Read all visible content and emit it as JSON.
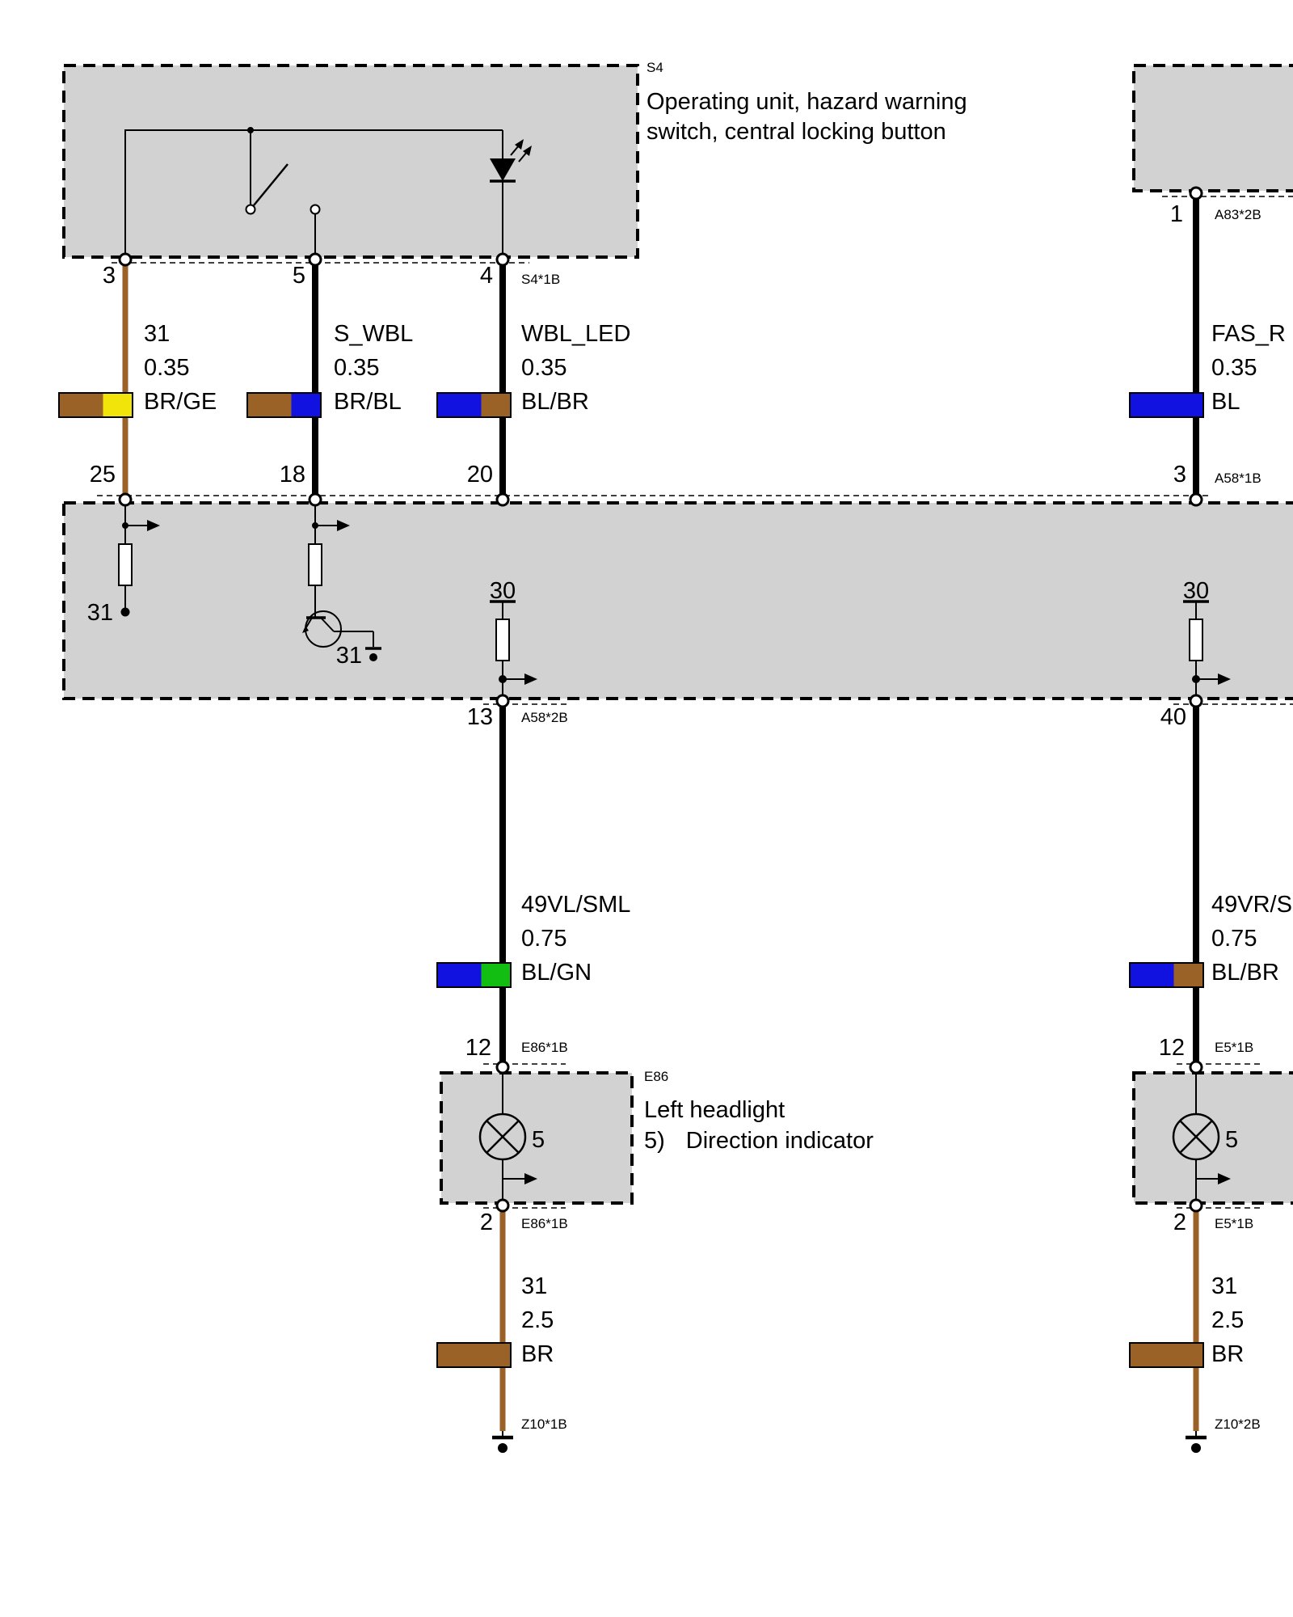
{
  "colors": {
    "box_fill": "#D2D2D2",
    "wire_black": "#000000",
    "wire_brown": "#9A6227"
  },
  "swatches": {
    "br_ge": [
      "#9A6227",
      "#F0E40A"
    ],
    "br_bl": [
      "#9A6227",
      "#1212E0"
    ],
    "bl_br": [
      "#1212E0",
      "#9A6227"
    ],
    "bl": [
      "#1212E0"
    ],
    "bl_gn": [
      "#1212E0",
      "#12BE12"
    ],
    "br": [
      "#9A6227"
    ]
  },
  "s4": {
    "code": "S4",
    "title1": "Operating unit, hazard warning",
    "title2": "switch, central locking button",
    "pin3": "3",
    "pin5": "5",
    "pin4": "4",
    "connector": "S4*1B"
  },
  "wires": {
    "w31": {
      "name": "31",
      "gauge": "0.35",
      "color": "BR/GE"
    },
    "swbl": {
      "name": "S_WBL",
      "gauge": "0.35",
      "color": "BR/BL"
    },
    "wblled": {
      "name": "WBL_LED",
      "gauge": "0.35",
      "color": "BL/BR"
    },
    "fasr": {
      "name": "FAS_R",
      "gauge": "0.35",
      "color": "BL"
    },
    "vl": {
      "name": "49VL/SML",
      "gauge": "0.75",
      "color": "BL/GN"
    },
    "vr": {
      "name": "49VR/S",
      "gauge": "0.75",
      "color": "BL/BR"
    },
    "gnd_left": {
      "name": "31",
      "gauge": "2.5",
      "color": "BR"
    },
    "gnd_right": {
      "name": "31",
      "gauge": "2.5",
      "color": "BR"
    }
  },
  "control": {
    "pin25": "25",
    "pin18": "18",
    "pin20": "20",
    "pin3": "3",
    "connector_top": "A58*1B",
    "ground1": "31",
    "ground2": "31",
    "supply_left": "30",
    "supply_right": "30",
    "pin13": "13",
    "connector13": "A58*2B",
    "pin40": "40"
  },
  "right_module": {
    "pin1": "1",
    "connector": "A83*2B"
  },
  "e86": {
    "code": "E86",
    "title": "Left headlight",
    "note_number": "5)",
    "note_text": "Direction indicator",
    "lamp_number": "5",
    "pin12": "12",
    "connector12": "E86*1B",
    "pin2": "2",
    "connector2": "E86*1B",
    "ground": "Z10*1B"
  },
  "e5": {
    "lamp_number": "5",
    "pin12": "12",
    "connector12": "E5*1B",
    "pin2": "2",
    "connector2": "E5*1B",
    "ground": "Z10*2B"
  }
}
